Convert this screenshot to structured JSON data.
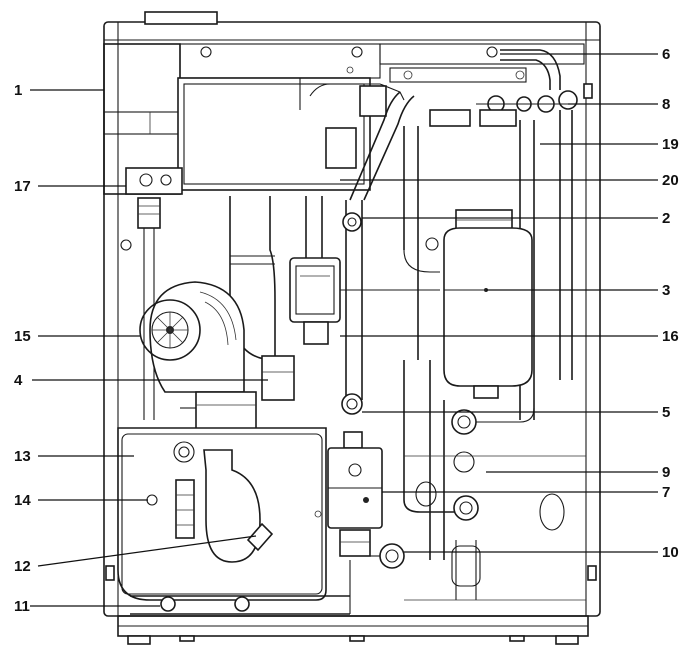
{
  "diagram": {
    "left_callouts": [
      {
        "id": "1",
        "label": "1"
      },
      {
        "id": "17",
        "label": "17"
      },
      {
        "id": "15",
        "label": "15"
      },
      {
        "id": "4",
        "label": "4"
      },
      {
        "id": "13",
        "label": "13"
      },
      {
        "id": "14",
        "label": "14"
      },
      {
        "id": "12",
        "label": "12"
      },
      {
        "id": "11",
        "label": "11"
      }
    ],
    "right_callouts": [
      {
        "id": "6",
        "label": "6"
      },
      {
        "id": "8",
        "label": "8"
      },
      {
        "id": "19",
        "label": "19"
      },
      {
        "id": "20",
        "label": "20"
      },
      {
        "id": "2",
        "label": "2"
      },
      {
        "id": "3",
        "label": "3"
      },
      {
        "id": "16",
        "label": "16"
      },
      {
        "id": "5",
        "label": "5"
      },
      {
        "id": "9",
        "label": "9"
      },
      {
        "id": "7",
        "label": "7"
      },
      {
        "id": "10",
        "label": "10"
      }
    ]
  }
}
